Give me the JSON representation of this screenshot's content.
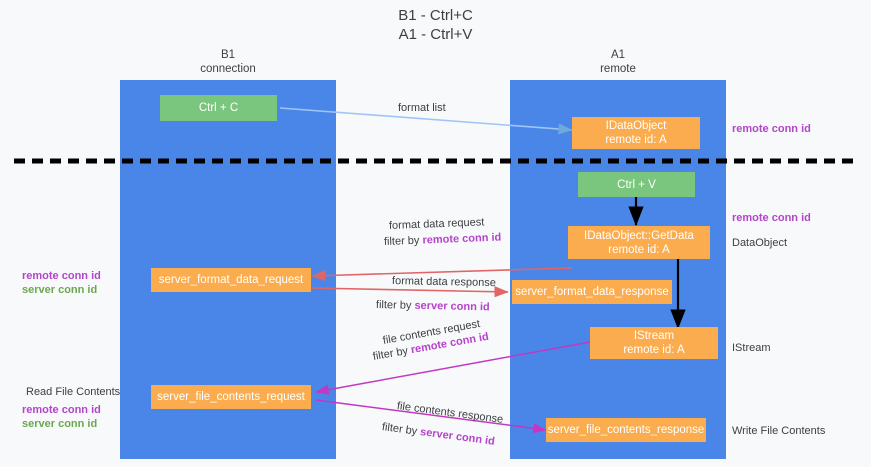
{
  "diagram": {
    "title": "B1 - Ctrl+C\nA1 - Ctrl+V",
    "columns": [
      {
        "id": "b1",
        "label": "B1\nconnection"
      },
      {
        "id": "a1",
        "label": "A1\nremote"
      }
    ],
    "colors": {
      "lane": "#4a86e8",
      "node_green": "#7bc67e",
      "node_orange": "#fbac4e",
      "accent_purple": "#b444cb",
      "accent_green": "#6aa84f",
      "arrow_blue": "#9fc5f8",
      "arrow_red": "#e06666",
      "arrow_magenta": "#c238c2",
      "arrow_black": "#000000",
      "divider_black": "#000000",
      "background": "#f8f9fa",
      "text": "#3c4043"
    },
    "nodes": [
      {
        "id": "ctrl-c",
        "label": "Ctrl + C",
        "color": "green"
      },
      {
        "id": "idataobject",
        "label": "IDataObject\nremote id: A",
        "color": "orange"
      },
      {
        "id": "ctrl-v",
        "label": "Ctrl + V",
        "color": "green"
      },
      {
        "id": "getdata",
        "label": "IDataObject::GetData\nremote id: A",
        "color": "orange"
      },
      {
        "id": "sfdreq",
        "label": "server_format_data_request",
        "color": "orange"
      },
      {
        "id": "sfdresp",
        "label": "server_format_data_response",
        "color": "orange"
      },
      {
        "id": "istream",
        "label": "IStream\nremote id: A",
        "color": "orange"
      },
      {
        "id": "sfcreq",
        "label": "server_file_contents_request",
        "color": "orange"
      },
      {
        "id": "sfcresp",
        "label": "server_file_contents_response",
        "color": "orange"
      }
    ],
    "edge_labels": {
      "format_list": "format list",
      "format_data_request": "format data request",
      "format_data_request_filter_prefix": "filter by ",
      "format_data_request_filter_key": "remote conn id",
      "format_data_response": "format data response",
      "format_data_response_filter_prefix": "filter by ",
      "format_data_response_filter_key": "server conn id",
      "file_contents_request": "file contents request",
      "file_contents_request_filter_prefix": "filter by ",
      "file_contents_request_filter_key": "remote conn id",
      "file_contents_response": "file contents response",
      "file_contents_response_filter_prefix": "filter by ",
      "file_contents_response_filter_key": "server conn id"
    },
    "side_labels": {
      "right_remote_conn_id_top": "remote conn id",
      "right_remote_conn_id_mid": "remote conn id",
      "right_dataobject": "DataObject",
      "right_istream": "IStream",
      "right_write_file_contents": "Write File Contents",
      "left_remote_conn_id_mid": "remote conn id",
      "left_server_conn_id_mid": "server conn id",
      "left_read_file_contents": "Read File Contents",
      "left_remote_conn_id_bottom": "remote conn id",
      "left_server_conn_id_bottom": "server conn id"
    }
  }
}
